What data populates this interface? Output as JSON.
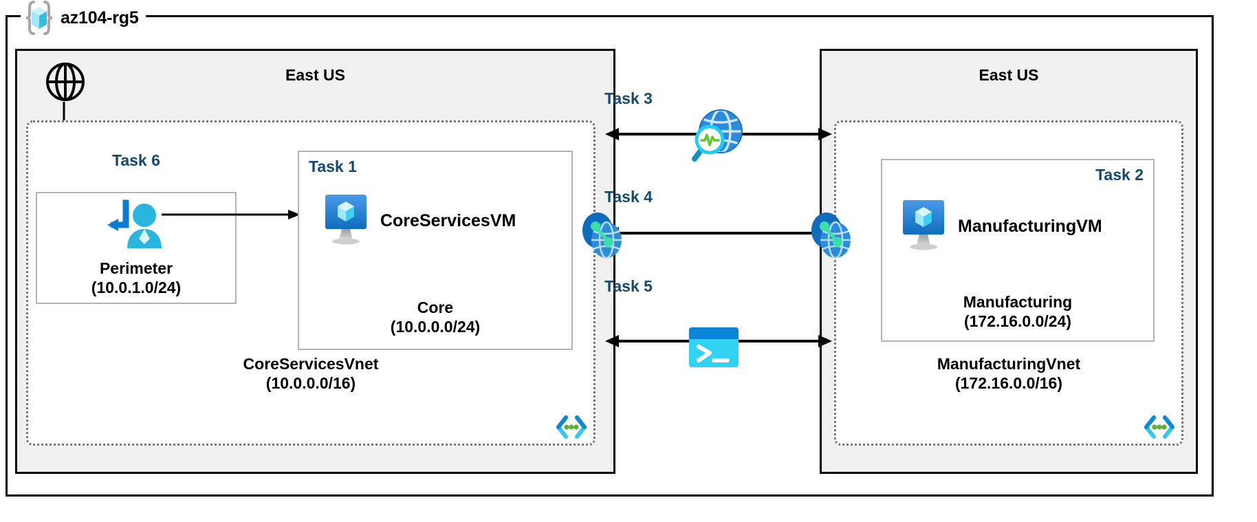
{
  "resource_group": {
    "name": "az104-rg5",
    "icon": "resource-group-cube-icon"
  },
  "colors": {
    "task_label": "#134A74",
    "region_fill": "#f0f0f0",
    "vnet_border": "#767676",
    "subnet_border": "#b3b3b3",
    "azure_blue": "#0078D4",
    "cyan": "#32C8EC",
    "green": "#5BB12F"
  },
  "regions": [
    {
      "id": "left",
      "title": "East US",
      "internet_icon": "globe-internet-icon",
      "vnet": {
        "name": "CoreServicesVnet",
        "cidr": "(10.0.0.0/16)",
        "corner_icon": "virtual-network-icon",
        "subnets": [
          {
            "id": "perimeter",
            "task": "Task 6",
            "name": "Perimeter",
            "cidr": "(10.0.1.0/24)",
            "icon": "user-inbound-icon"
          },
          {
            "id": "core",
            "task": "Task 1",
            "name": "Core",
            "cidr": "(10.0.0.0/24)",
            "vm_name": "CoreServicesVM",
            "vm_icon": "virtual-machine-icon"
          }
        ]
      }
    },
    {
      "id": "right",
      "title": "East US",
      "vnet": {
        "name": "ManufacturingVnet",
        "cidr": "(172.16.0.0/16)",
        "corner_icon": "virtual-network-icon",
        "subnets": [
          {
            "id": "manufacturing",
            "task": "Task 2",
            "name": "Manufacturing",
            "cidr": "(172.16.0.0/24)",
            "vm_name": "ManufacturingVM",
            "vm_icon": "virtual-machine-icon"
          }
        ]
      }
    }
  ],
  "connections": [
    {
      "id": "task3",
      "label": "Task 3",
      "icon": "network-watcher-icon",
      "direction": "bidirectional"
    },
    {
      "id": "task4",
      "label": "Task 4",
      "icon": "vnet-peering-icon",
      "direction": "bidirectional"
    },
    {
      "id": "task5",
      "label": "Task 5",
      "icon": "cloud-shell-icon",
      "direction": "bidirectional"
    }
  ],
  "peering_endpoints": [
    {
      "id": "left-peering",
      "icon": "vnet-peering-icon"
    },
    {
      "id": "right-peering",
      "icon": "vnet-peering-icon"
    }
  ]
}
